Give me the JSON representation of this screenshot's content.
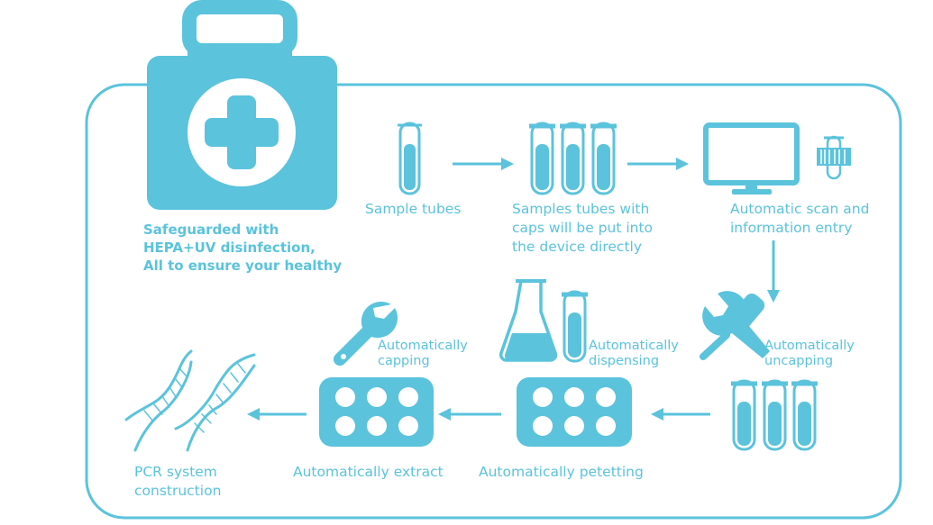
{
  "colors": {
    "primary": "#5bc3dc",
    "background": "#ffffff"
  },
  "kit": {
    "icon": "first-aid-kit-icon",
    "line1": "Safeguarded with",
    "line2": "HEPA+UV disinfection,",
    "line3": "All to ensure your healthy"
  },
  "steps": {
    "sample_tubes": {
      "label": "Sample tubes",
      "icon": "test-tube-icon"
    },
    "caps_tubes": {
      "label": "Samples tubes with\ncaps will be put into\nthe device directly",
      "icon": "test-tubes-icon"
    },
    "scan": {
      "label": "Automatic scan and\ninformation entry",
      "icon": "monitor-barcode-icon"
    },
    "uncapping": {
      "label": "Automatically\nuncapping",
      "icon": "tools-icon"
    },
    "dispensing": {
      "label": "Automatically\ndispensing",
      "icon": "flask-tube-icon"
    },
    "petetting": {
      "label": "Automatically petetting",
      "icon": "well-plate-icon"
    },
    "capping": {
      "label": "Automatically\ncapping",
      "icon": "wrench-icon"
    },
    "extract": {
      "label": "Automatically extract",
      "icon": "well-plate-icon"
    },
    "pcr": {
      "label": "PCR system\nconstruction",
      "icon": "dna-helix-icon"
    }
  }
}
